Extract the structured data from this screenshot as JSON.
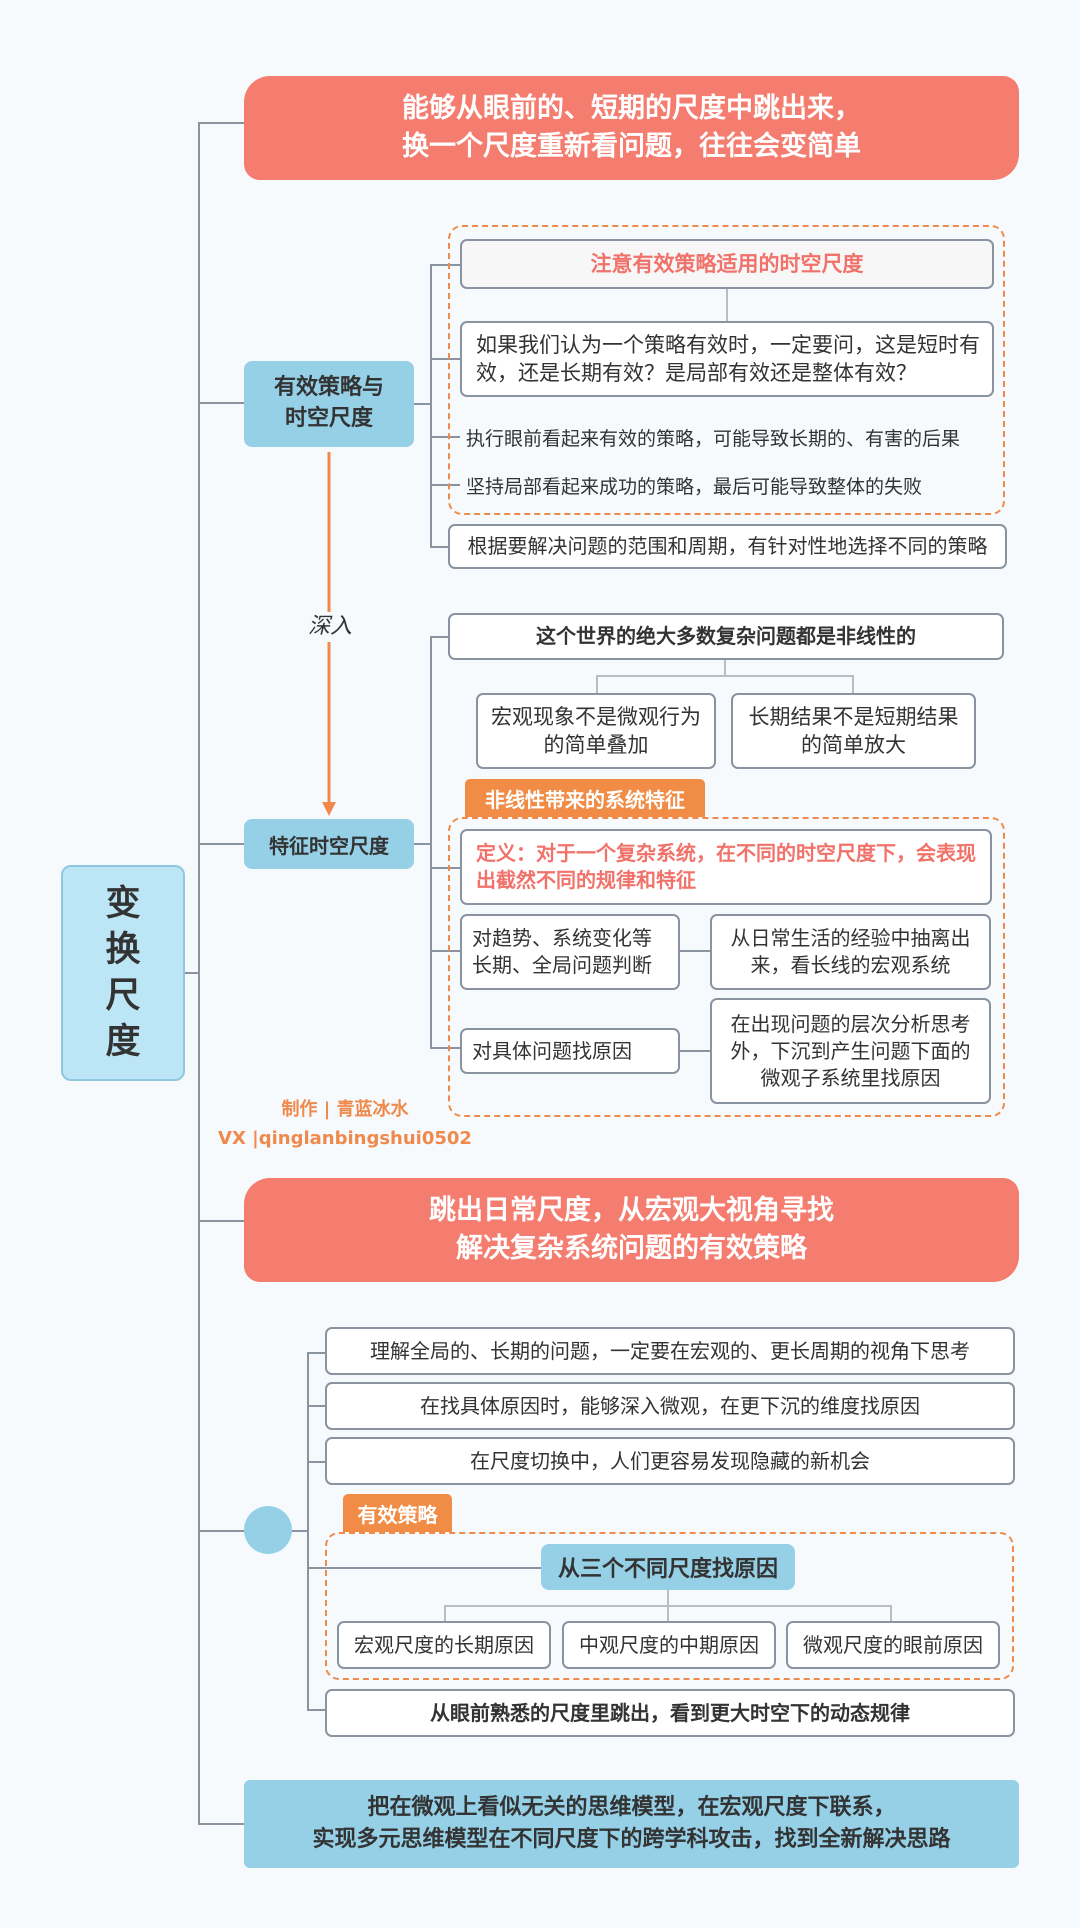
{
  "root": {
    "title": "变换尺度",
    "chars": [
      "变",
      "换",
      "尺",
      "度"
    ]
  },
  "banner_top": {
    "line1": "能够从眼前的、短期的尺度中跳出来，",
    "line2": "换一个尺度重新看问题，往往会变简单"
  },
  "section1": {
    "label_line1": "有效策略与",
    "label_line2": "时空尺度",
    "header": "注意有效策略适用的时空尺度",
    "question": "如果我们认为一个策略有效时，一定要问，这是短时有效，还是长期有效？是局部有效还是整体有效？",
    "point1": "执行眼前看起来有效的策略，可能导致长期的、有害的后果",
    "point2": "坚持局部看起来成功的策略，最后可能导致整体的失败",
    "conclusion": "根据要解决问题的范围和周期，有针对性地选择不同的策略"
  },
  "arrow_label": "深入",
  "section2": {
    "label": "特征时空尺度",
    "header": "这个世界的绝大多数复杂问题都是非线性的",
    "macro": "宏观现象不是微观行为的简单叠加",
    "long_term": "长期结果不是短期结果的简单放大",
    "tag": "非线性带来的系统特征",
    "definition": "定义：对于一个复杂系统，在不同的时空尺度下，会表现出截然不同的规律和特征",
    "trend": "对趋势、系统变化等长期、全局问题判断",
    "trend_detail": "从日常生活的经验中抽离出来，看长线的宏观系统",
    "cause": "对具体问题找原因",
    "cause_detail": "在出现问题的层次分析思考外，下沉到产生问题下面的微观子系统里找原因"
  },
  "credit": {
    "line1": "制作 | 青蓝冰水",
    "line2": "VX |qinglanbingshui0502"
  },
  "banner_mid": {
    "line1": "跳出日常尺度，从宏观大视角寻找",
    "line2": "解决复杂系统问题的有效策略"
  },
  "section3": {
    "item1": "理解全局的、长期的问题，一定要在宏观的、更长周期的视角下思考",
    "item2": "在找具体原因时，能够深入微观，在更下沉的维度找原因",
    "item3": "在尺度切换中，人们更容易发现隐藏的新机会",
    "tag": "有效策略",
    "three_scales": "从三个不同尺度找原因",
    "scale_macro": "宏观尺度的长期原因",
    "scale_meso": "中观尺度的中期原因",
    "scale_micro": "微观尺度的眼前原因",
    "jump": "从眼前熟悉的尺度里跳出，看到更大时空下的动态规律"
  },
  "bottom": {
    "line1": "把在微观上看似无关的思维模型，在宏观尺度下联系，",
    "line2": "实现多元思维模型在不同尺度下的跨学科攻击，找到全新解决思路"
  },
  "colors": {
    "banner": "#f47d70",
    "blue": "#95d0e7",
    "orange": "#f08c46",
    "highlight": "#f0726a",
    "line": "#8a93a0"
  }
}
